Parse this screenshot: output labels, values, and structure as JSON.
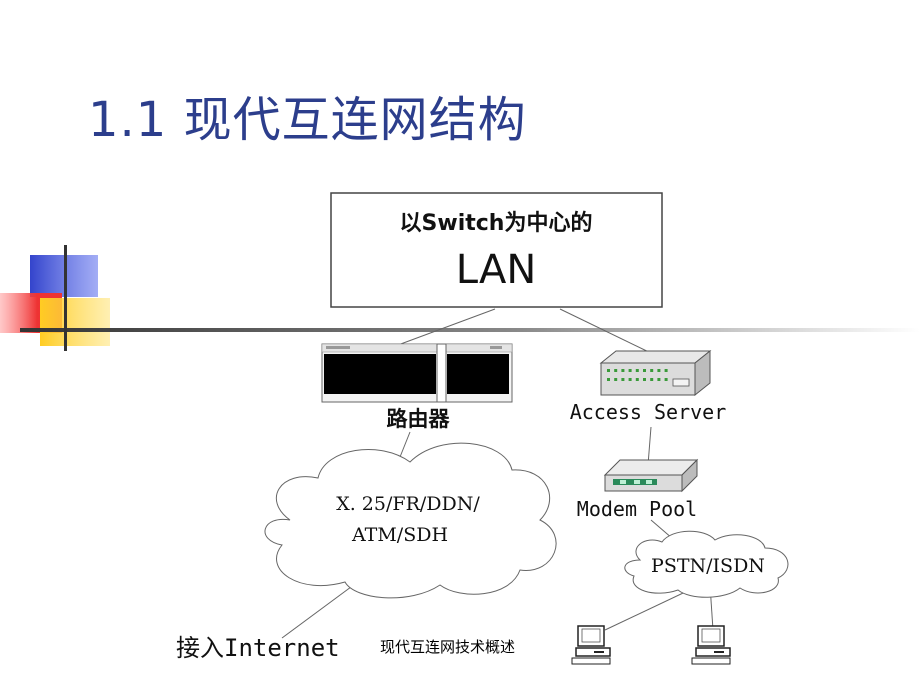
{
  "slide": {
    "title": "1.1 现代互连网结构",
    "footer": "现代互连网技术概述"
  },
  "diagram": {
    "lan_box": {
      "line1": "以Switch为中心的",
      "line2": "LAN"
    },
    "router_label": "路由器",
    "access_server_label": "Access Server",
    "modem_pool_label": "Modem Pool",
    "wan_cloud": {
      "line1": "X. 25/FR/DDN/",
      "line2": "ATM/SDH"
    },
    "pstn_cloud": "PSTN/ISDN",
    "internet_label": "接入Internet"
  },
  "colors": {
    "title": "#2c3e8c",
    "deco_blue": "#3344cc",
    "deco_red": "#ee3333",
    "deco_yellow": "#ffcc22",
    "modem_stripe": "#2a8a5a",
    "led": "#3a9a3a"
  },
  "icons": [
    "router-icon",
    "access-server-icon",
    "modem-pool-icon",
    "computer-icon"
  ]
}
